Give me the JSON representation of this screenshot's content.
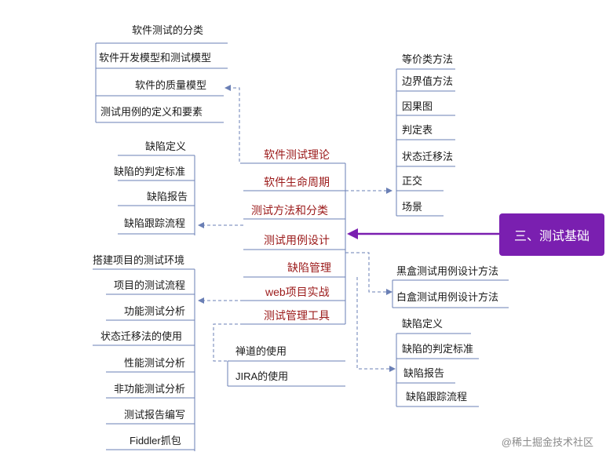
{
  "center": "三、测试基础",
  "trunk": [
    "软件测试理论",
    "软件生命周期",
    "测试方法和分类",
    "测试用例设计",
    "缺陷管理",
    "web项目实战",
    "测试管理工具"
  ],
  "left1": {
    "title": "软件测试的分类",
    "items": [
      "软件开发模型和测试模型",
      "软件的质量模型",
      "测试用例的定义和要素"
    ]
  },
  "left2": {
    "title": "缺陷定义",
    "items": [
      "缺陷的判定标准",
      "缺陷报告",
      "缺陷跟踪流程"
    ]
  },
  "left3": {
    "title": "搭建项目的测试环境",
    "items": [
      "项目的测试流程",
      "功能测试分析",
      "状态迁移法的使用",
      "性能测试分析",
      "非功能测试分析",
      "测试报告编写",
      "Fiddler抓包"
    ]
  },
  "tools": {
    "items": [
      "禅道的使用",
      "JIRA的使用"
    ]
  },
  "right1": {
    "title": "等价类方法",
    "items": [
      "边界值方法",
      "因果图",
      "判定表",
      "状态迁移法",
      "正交",
      "场景"
    ]
  },
  "right2": {
    "items": [
      "黑盒测试用例设计方法",
      "白盒测试用例设计方法"
    ]
  },
  "right3": {
    "title": "缺陷定义",
    "items": [
      "缺陷的判定标准",
      "缺陷报告",
      "缺陷跟踪流程"
    ]
  },
  "watermark": "@稀土掘金技术社区"
}
